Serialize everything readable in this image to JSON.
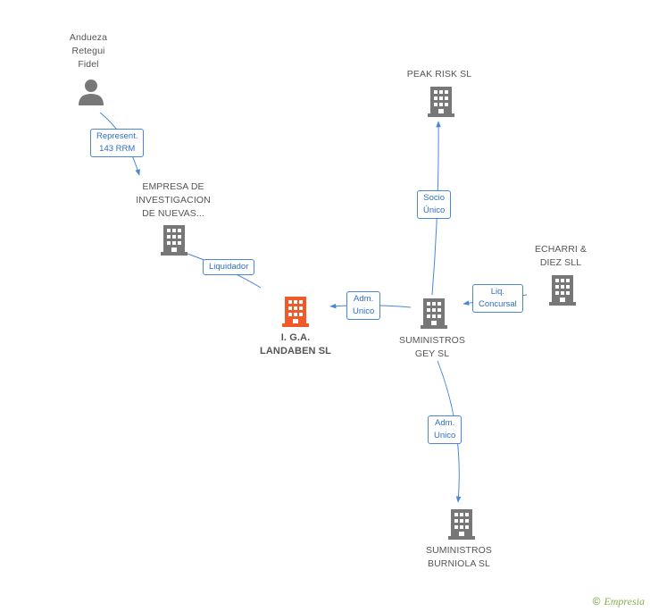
{
  "colors": {
    "edge": "#4a86d6",
    "node_gray": "#777777",
    "node_focus": "#f05a28"
  },
  "nodes": [
    {
      "id": "andueza",
      "label": "Andueza\nRetegui\nFidel",
      "type": "person-icon"
    },
    {
      "id": "empresa",
      "label": "EMPRESA DE\nINVESTIGACION\nDE NUEVAS...",
      "type": "building-icon"
    },
    {
      "id": "iga",
      "label": "I. G.A.\nLANDABEN SL",
      "type": "building-icon",
      "focus": true
    },
    {
      "id": "peak",
      "label": "PEAK RISK SL",
      "type": "building-icon"
    },
    {
      "id": "echarri",
      "label": "ECHARRI &\nDIEZ  SLL",
      "type": "building-icon"
    },
    {
      "id": "gey",
      "label": "SUMINISTROS\nGEY SL",
      "type": "building-icon"
    },
    {
      "id": "burniola",
      "label": "SUMINISTROS\nBURNIOLA SL",
      "type": "building-icon"
    }
  ],
  "edges": [
    {
      "from": "andueza",
      "to": "empresa",
      "label": "Represent.\n143 RRM"
    },
    {
      "from": "empresa",
      "to": "iga",
      "label": "Liquidador"
    },
    {
      "from": "gey",
      "to": "iga",
      "label": "Adm.\nUnico"
    },
    {
      "from": "gey",
      "to": "peak",
      "label": "Socio\nÚnico"
    },
    {
      "from": "echarri",
      "to": "gey",
      "label": "Liq.\nConcursal"
    },
    {
      "from": "gey",
      "to": "burniola",
      "label": "Adm.\nUnico"
    }
  ],
  "brand": {
    "copyright": "©",
    "name": "Empresia"
  }
}
